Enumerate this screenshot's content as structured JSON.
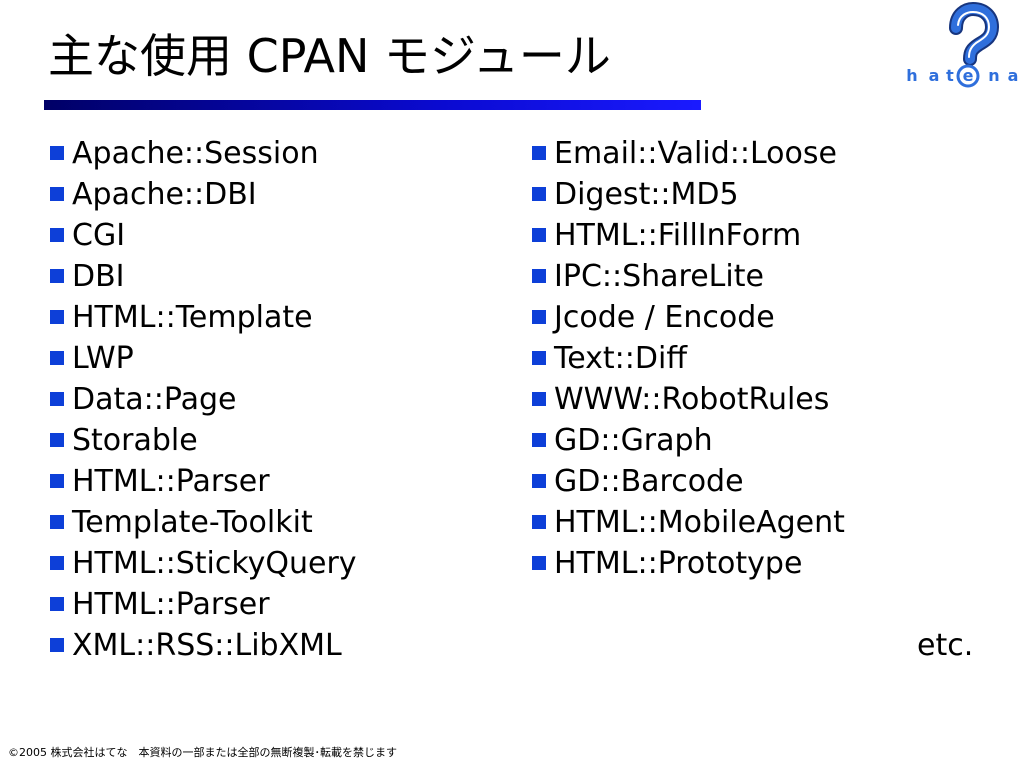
{
  "slide": {
    "title": "主な使用 CPAN モジュール",
    "left_column": [
      "Apache::Session",
      "Apache::DBI",
      "CGI",
      "DBI",
      "HTML::Template",
      "LWP",
      "Data::Page",
      "Storable",
      "HTML::Parser",
      "Template-Toolkit",
      "HTML::StickyQuery",
      "HTML::Parser",
      "XML::RSS::LibXML"
    ],
    "right_column": [
      "Email::Valid::Loose",
      "Digest::MD5",
      "HTML::FillInForm",
      "IPC::ShareLite",
      "Jcode / Encode",
      "Text::Diff",
      "WWW::RobotRules",
      "GD::Graph",
      "GD::Barcode",
      "HTML::MobileAgent",
      "HTML::Prototype"
    ],
    "etc": "etc.",
    "footer": "©2005 株式会社はてな　本資料の一部または全部の無断複製･転載を禁じます"
  },
  "logo": {
    "icon": "question-mark-icon",
    "letters": [
      "h",
      "a",
      "t",
      "e",
      "n",
      "a"
    ]
  },
  "colors": {
    "bullet": "#0d3fd8",
    "title_bar_start": "#000066",
    "title_bar_end": "#1a1aff",
    "logo_blue": "#2f6fdc",
    "logo_dark": "#17357e"
  }
}
